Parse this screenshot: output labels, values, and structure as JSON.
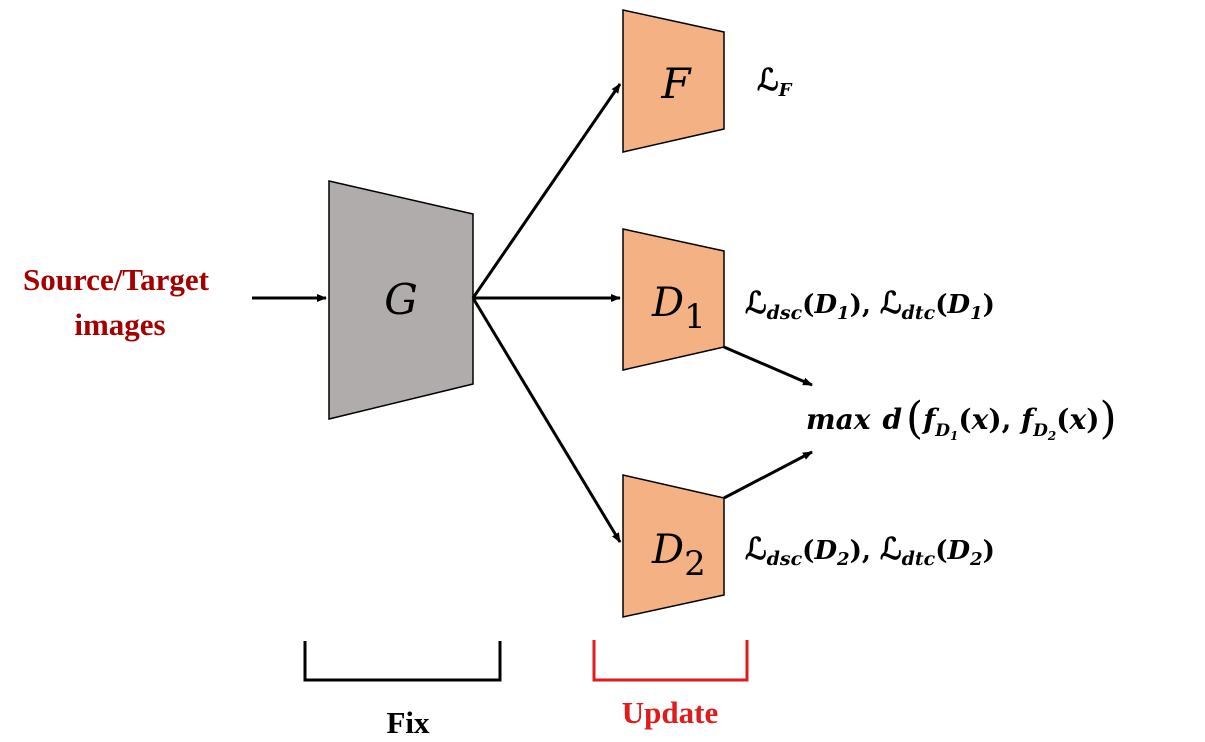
{
  "colors": {
    "generator_fill": "#AFACAB",
    "module_fill": "#F4B183",
    "input_label": "#A40000",
    "update_label": "#E01B1B",
    "stroke": "#000000"
  },
  "input": {
    "line1": "Source/Target",
    "line2": "images"
  },
  "generator": {
    "label": "G"
  },
  "modules": {
    "f": {
      "label": "F",
      "loss": "ℒ",
      "loss_sub": "F"
    },
    "d1": {
      "label": "D",
      "sub": "1"
    },
    "d2": {
      "label": "D",
      "sub": "2"
    }
  },
  "losses": {
    "d1": {
      "dsc": "ℒ",
      "dsc_sub": "dsc",
      "arg": "D",
      "arg_sub": "1",
      "dtc": "ℒ",
      "dtc_sub": "dtc"
    },
    "d2": {
      "dsc": "ℒ",
      "dsc_sub": "dsc",
      "arg": "D",
      "arg_sub": "2",
      "dtc": "ℒ",
      "dtc_sub": "dtc"
    }
  },
  "objective": {
    "max": "max",
    "d": "d",
    "f": "f",
    "f1_sub": "D",
    "f1_subsub": "1",
    "f2_sub": "D",
    "f2_subsub": "2",
    "x": "x"
  },
  "brackets": {
    "fix": "Fix",
    "update": "Update"
  }
}
